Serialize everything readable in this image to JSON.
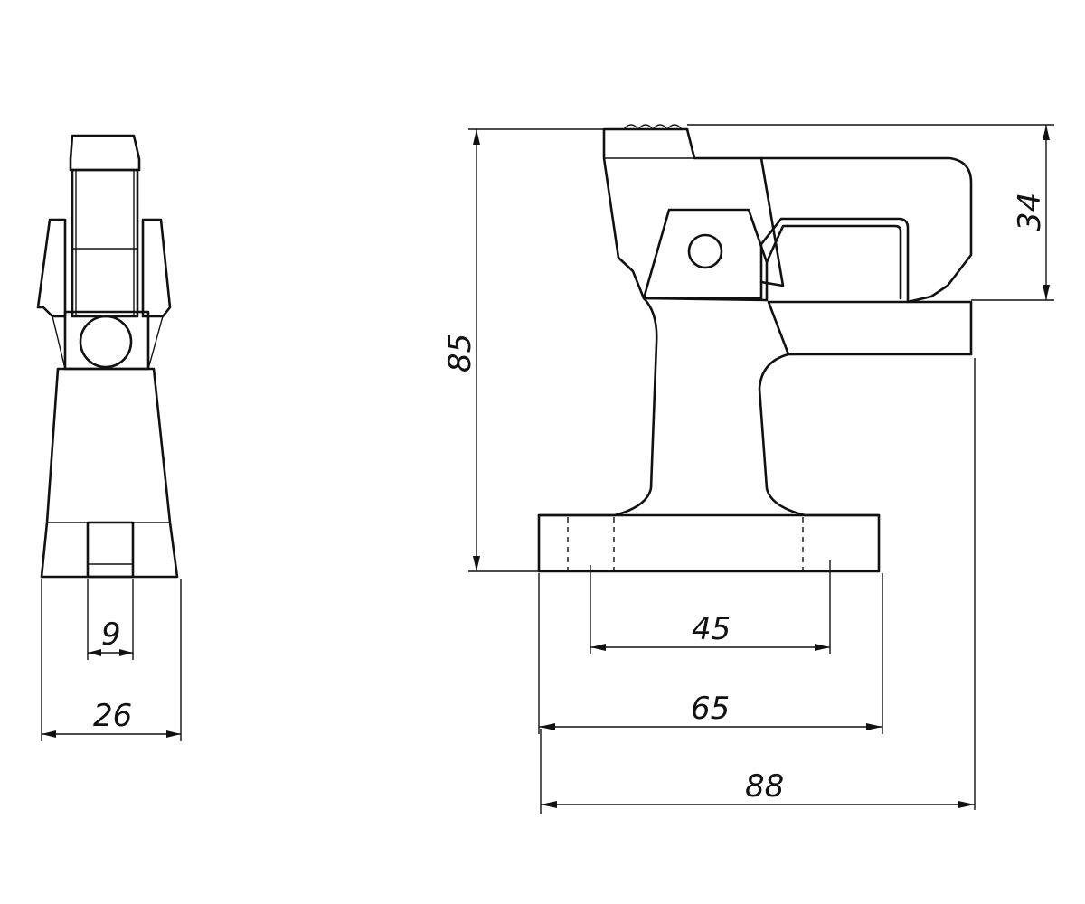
{
  "drawing": {
    "dimensions": {
      "slot_width": "9",
      "side_width": "26",
      "hole_spacing": "45",
      "base_length": "65",
      "overall_length": "88",
      "overall_height": "85",
      "clamp_height": "34"
    },
    "line_color": "#111111",
    "background": "#ffffff"
  }
}
